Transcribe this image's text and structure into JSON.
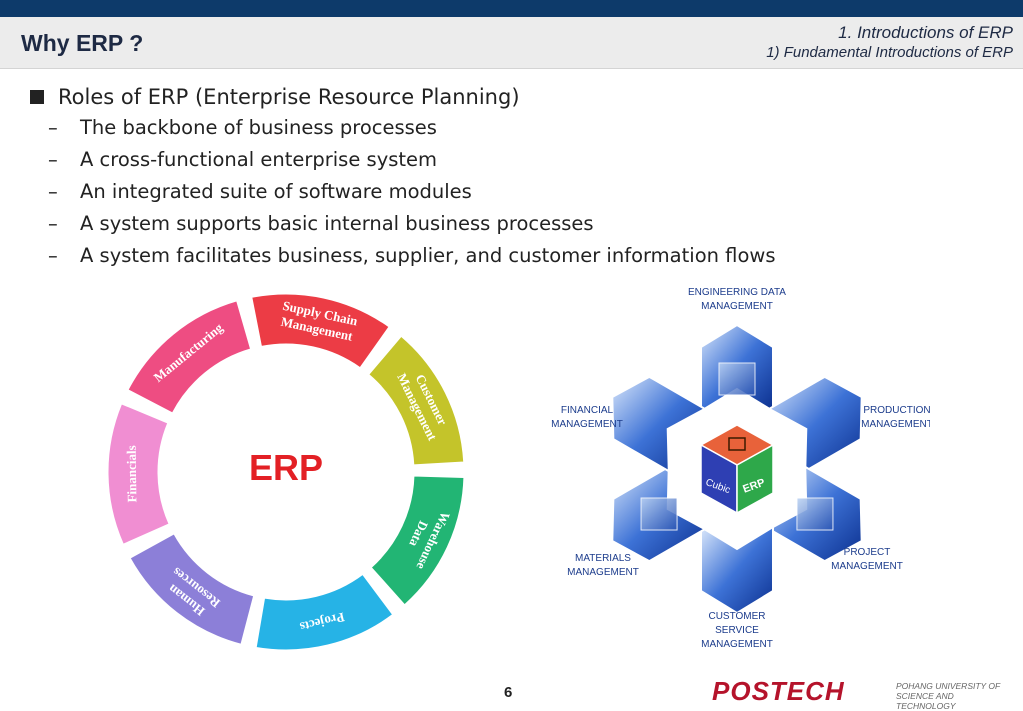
{
  "slide": {
    "title": "Why ERP ?",
    "section_line1": "1. Introductions of ERP",
    "section_line2": "1) Fundamental Introductions of ERP",
    "page_number": "6"
  },
  "bullets": {
    "main": "Roles of ERP (Enterprise Resource Planning)",
    "items": [
      "The backbone of business processes",
      "A cross-functional enterprise system",
      "An integrated suite of software modules",
      "A system supports basic internal business processes",
      "A system facilitates business, supplier, and customer information flows"
    ]
  },
  "wheel": {
    "center": "ERP",
    "center_color": "#e32025",
    "segments": [
      {
        "label": "Manufacturing",
        "color": "#ee4d82"
      },
      {
        "label": "Supply Chain",
        "label2": "Management",
        "color": "#ec3c45"
      },
      {
        "label": "Customer",
        "label2": "Management",
        "color": "#c4c42a"
      },
      {
        "label": "Warehouse",
        "label2": "Data",
        "color": "#22b574"
      },
      {
        "label": "Projects",
        "color": "#26b3e6"
      },
      {
        "label": "Human",
        "label2": "Resources",
        "color": "#8c7fd8"
      },
      {
        "label": "Financials",
        "color": "#f08ed2"
      }
    ]
  },
  "cube_diagram": {
    "center_left": "Cubic",
    "center_right": "ERP",
    "modules": [
      {
        "line1": "ENGINEERING DATA",
        "line2": "MANAGEMENT"
      },
      {
        "line1": "PRODUCTION",
        "line2": "MANAGEMENT"
      },
      {
        "line1": "PROJECT",
        "line2": "MANAGEMENT"
      },
      {
        "line1": "CUSTOMER",
        "line2": "SERVICE",
        "line3": "MANAGEMENT"
      },
      {
        "line1": "MATERIALS",
        "line2": "MANAGEMENT"
      },
      {
        "line1": "FINANCIAL",
        "line2": "MANAGEMENT"
      }
    ]
  },
  "logo": {
    "word": "POSTECH",
    "tag_line1": "POHANG UNIVERSITY OF",
    "tag_line2": "SCIENCE AND TECHNOLOGY",
    "color": "#b5132b"
  }
}
